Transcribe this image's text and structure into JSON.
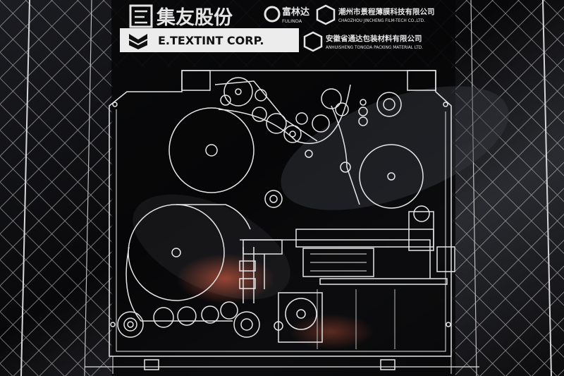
{
  "logos": {
    "jiyou": {
      "name": "集友股份"
    },
    "fulinda": {
      "name": "富林达",
      "sub": "FULINDA"
    },
    "jincheng": {
      "name": "潮州市景程薄膜科技有限公司",
      "sub": "CHAOZHOU JINCHENG FILM-TECH CO.,LTD."
    },
    "etextint": {
      "name": "E.TEXTINT CORP."
    },
    "tongda": {
      "name": "安徽省通达包装材料有限公司",
      "sub": "ANHUISHENG TONGDA PACKING MATERIAL LTD."
    }
  },
  "colors": {
    "background": "#0d0d0f",
    "line_art": "#e6e6e6",
    "mesh": "#c8c8c8",
    "panel_fill": "#ececec",
    "glare": "#ff5a3c"
  }
}
